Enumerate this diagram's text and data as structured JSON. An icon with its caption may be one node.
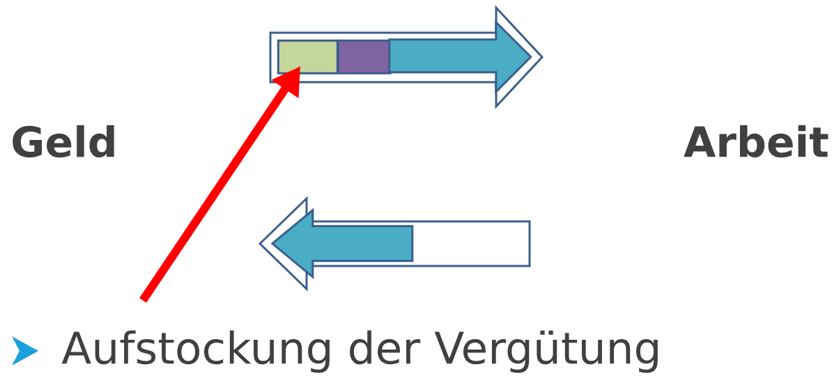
{
  "diagram": {
    "nodes": [
      {
        "text": [],
        "shape": "arrow"
      },
      {
        "text": [],
        "shape": "box",
        "in": 0
      },
      {
        "text": [],
        "shape": "box",
        "in": 0
      },
      {
        "text": [],
        "shape": "arrow",
        "in": 0
      },
      {
        "text": [
          "Geld"
        ]
      },
      {
        "text": [
          "Arbeit"
        ]
      },
      {
        "text": [],
        "shape": "arrow"
      },
      {
        "text": [],
        "shape": "arrow",
        "in": 6
      },
      {
        "text": [
          "Aufstockung der Vergütung"
        ]
      }
    ],
    "edges": [
      {
        "from": 8,
        "to": 1,
        "arrow": "to",
        "color": "#ff0000"
      }
    ]
  }
}
